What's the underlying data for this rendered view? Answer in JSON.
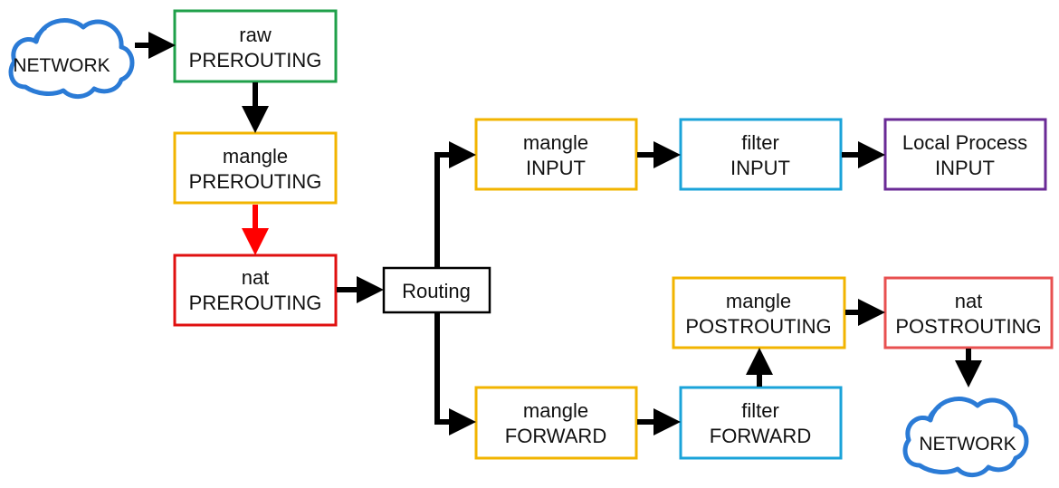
{
  "nodes": {
    "network_in": {
      "label": "NETWORK",
      "color": "#2b7bd6"
    },
    "raw_prerouting": {
      "line1": "raw",
      "line2": "PREROUTING",
      "border": "#1fa04a"
    },
    "mangle_prerouting": {
      "line1": "mangle",
      "line2": "PREROUTING",
      "border": "#f2b400"
    },
    "nat_prerouting": {
      "line1": "nat",
      "line2": "PREROUTING",
      "border": "#e01010"
    },
    "routing": {
      "label": "Routing",
      "border": "#000000"
    },
    "mangle_input": {
      "line1": "mangle",
      "line2": "INPUT",
      "border": "#f2b400"
    },
    "filter_input": {
      "line1": "filter",
      "line2": "INPUT",
      "border": "#1aa3d9"
    },
    "local_process_input": {
      "line1": "Local Process",
      "line2": "INPUT",
      "border": "#6a2a96"
    },
    "mangle_forward": {
      "line1": "mangle",
      "line2": "FORWARD",
      "border": "#f2b400"
    },
    "filter_forward": {
      "line1": "filter",
      "line2": "FORWARD",
      "border": "#1aa3d9"
    },
    "mangle_postrouting": {
      "line1": "mangle",
      "line2": "POSTROUTING",
      "border": "#f2b400"
    },
    "nat_postrouting": {
      "line1": "nat",
      "line2": "POSTROUTING",
      "border": "#e85050"
    },
    "network_out": {
      "label": "NETWORK",
      "color": "#2b7bd6"
    }
  },
  "arrow_colors": {
    "default": "#000000",
    "highlight": "#ff0000"
  }
}
